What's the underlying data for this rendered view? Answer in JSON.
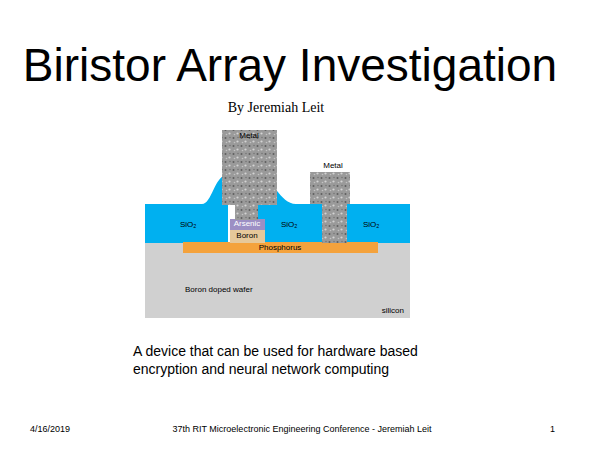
{
  "diagram": {
    "title": "Biristor Array Investigation",
    "caption": "A device that can be used for hardware based encryption and neural network computing",
    "labels": [
      "By Jeremiah Leit",
      "Metal",
      "Metal",
      "SiO₂",
      "Arsenic",
      "SiO₂",
      "SiO₂",
      "Boron",
      "Phosphorus",
      "Boron doped wafer",
      "silicon",
      "4/16/2019",
      "37th RIT Microelectronic Engineering Conference - Jeremiah Leit",
      "1"
    ]
  }
}
